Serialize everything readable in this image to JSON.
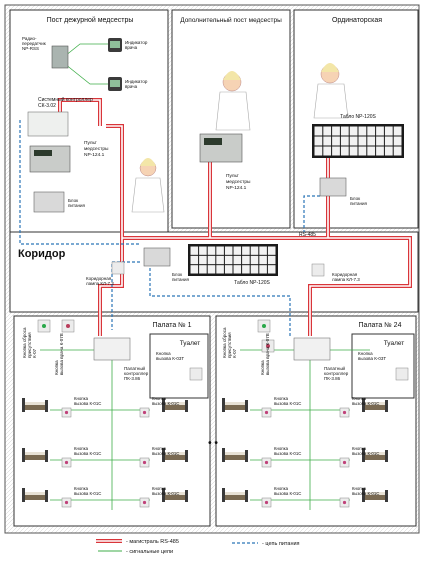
{
  "rooms": {
    "nurse_post": "Пост дежурной медсестры",
    "extra_post": "Дополнительный пост медсестры",
    "staff_room": "Ординаторская",
    "corridor": "Коридор",
    "ward1": "Палата № 1",
    "ward24": "Палата № 24",
    "toilet": "Туалет"
  },
  "devices": {
    "radio_line1": "Радио-",
    "radio_line2": "передатчик",
    "radio_line3": "NP-RSS",
    "wrist1": "Индикатор",
    "wrist2": "врача",
    "sys_ctrl_line1": "Системный контроллер",
    "sys_ctrl_line2": "СК-3.02",
    "console_line1": "Пульт",
    "console_line2": "медсестры",
    "console_line3": "NP-124.1",
    "psu1": "Блок",
    "psu2": "питания",
    "board_staff": "Табло NP-120S",
    "board_corr": "Табло NP-120S",
    "corr_lamp1": "Коридорная",
    "corr_lamp2": "лампа КЛ-7.3",
    "ward_ctrl1": "Палатный",
    "ward_ctrl2": "контроллер",
    "ward_ctrl3": "ПК-3.86",
    "cancel_btn1": "Кнопка сброса",
    "cancel_btn2": "присутствия",
    "cancel_btn3": "К-07",
    "call_doctor1": "Кнопка",
    "call_doctor2": "вызова врача К-07В",
    "toilet_btn1": "Кнопка",
    "toilet_btn2": "вызова К-03Т",
    "bed_btn1": "Кнопка",
    "bed_btn2": "вызова К-01С",
    "rs485": "RS-485"
  },
  "dots": "• •",
  "legend": {
    "rs485": "- магистраль RS-485",
    "power": "- цепь питания",
    "signal": "- сигнальные цепи"
  },
  "colors": {
    "rs485": "#d9353a",
    "power": "#2b76b8",
    "signal": "#3fae49",
    "room_border": "#333333"
  }
}
